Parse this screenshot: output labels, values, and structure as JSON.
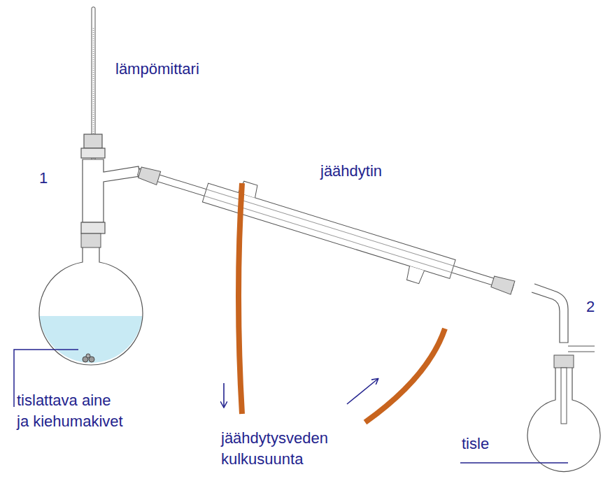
{
  "diagram": {
    "labels": [
      "lämpömittari",
      "1",
      "jäähdytin",
      "2",
      "tislattava aine ja kiehumakivet",
      "jäähdytysveden kulkusuunta",
      "tisle"
    ]
  }
}
